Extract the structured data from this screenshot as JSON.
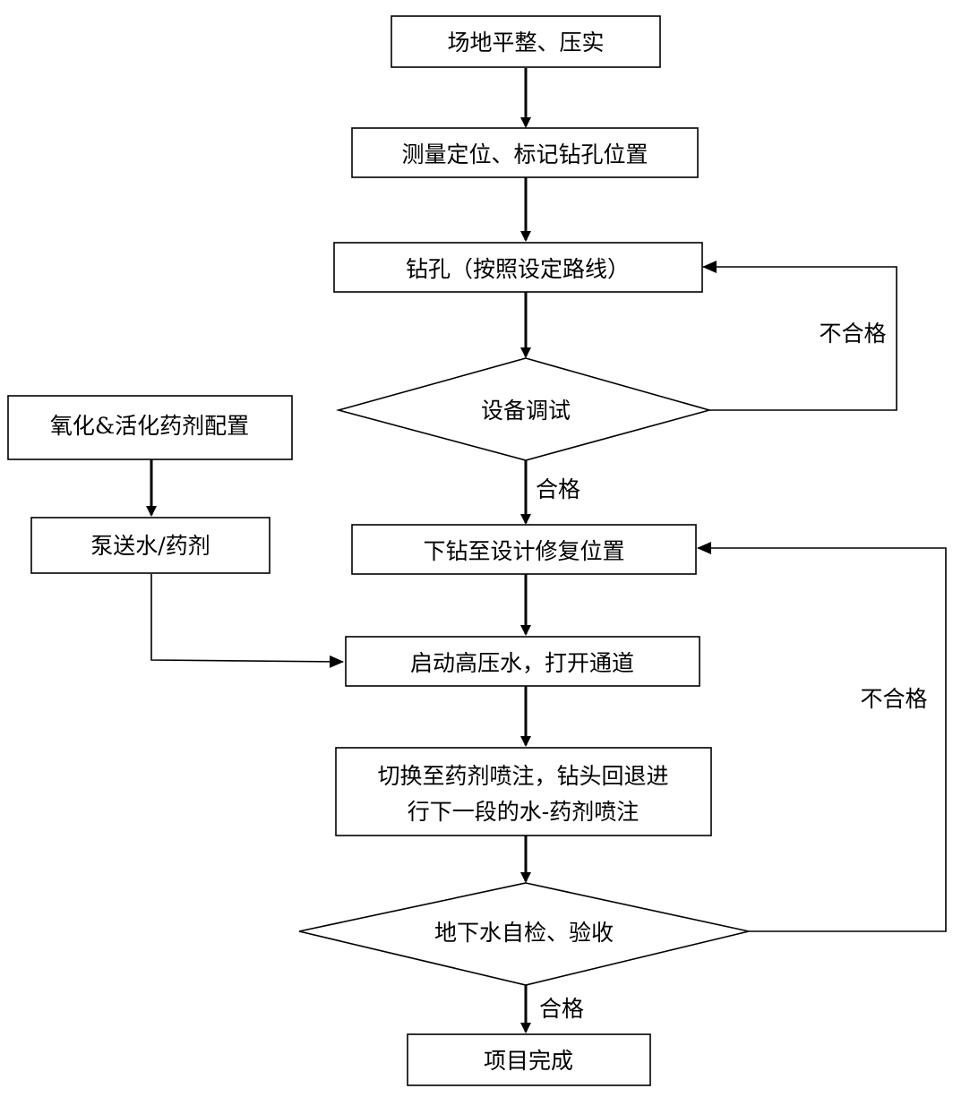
{
  "flowchart": {
    "nodes": {
      "site_leveling": "场地平整、压实",
      "survey_marking": "测量定位、标记钻孔位置",
      "drilling": "钻孔（按照设定路线）",
      "equipment_check": "设备调试",
      "reagent_prep": "氧化&活化药剂配置",
      "pump_water": "泵送水/药剂",
      "drill_down": "下钻至设计修复位置",
      "high_pressure": "启动高压水，打开通道",
      "switch_injection_line1": "切换至药剂喷注，钻头回退进",
      "switch_injection_line2": "行下一段的水-药剂喷注",
      "groundwater_check": "地下水自检、验收",
      "complete": "项目完成"
    },
    "edge_labels": {
      "fail_1": "不合格",
      "pass_1": "合格",
      "fail_2": "不合格",
      "pass_2": "合格"
    }
  }
}
